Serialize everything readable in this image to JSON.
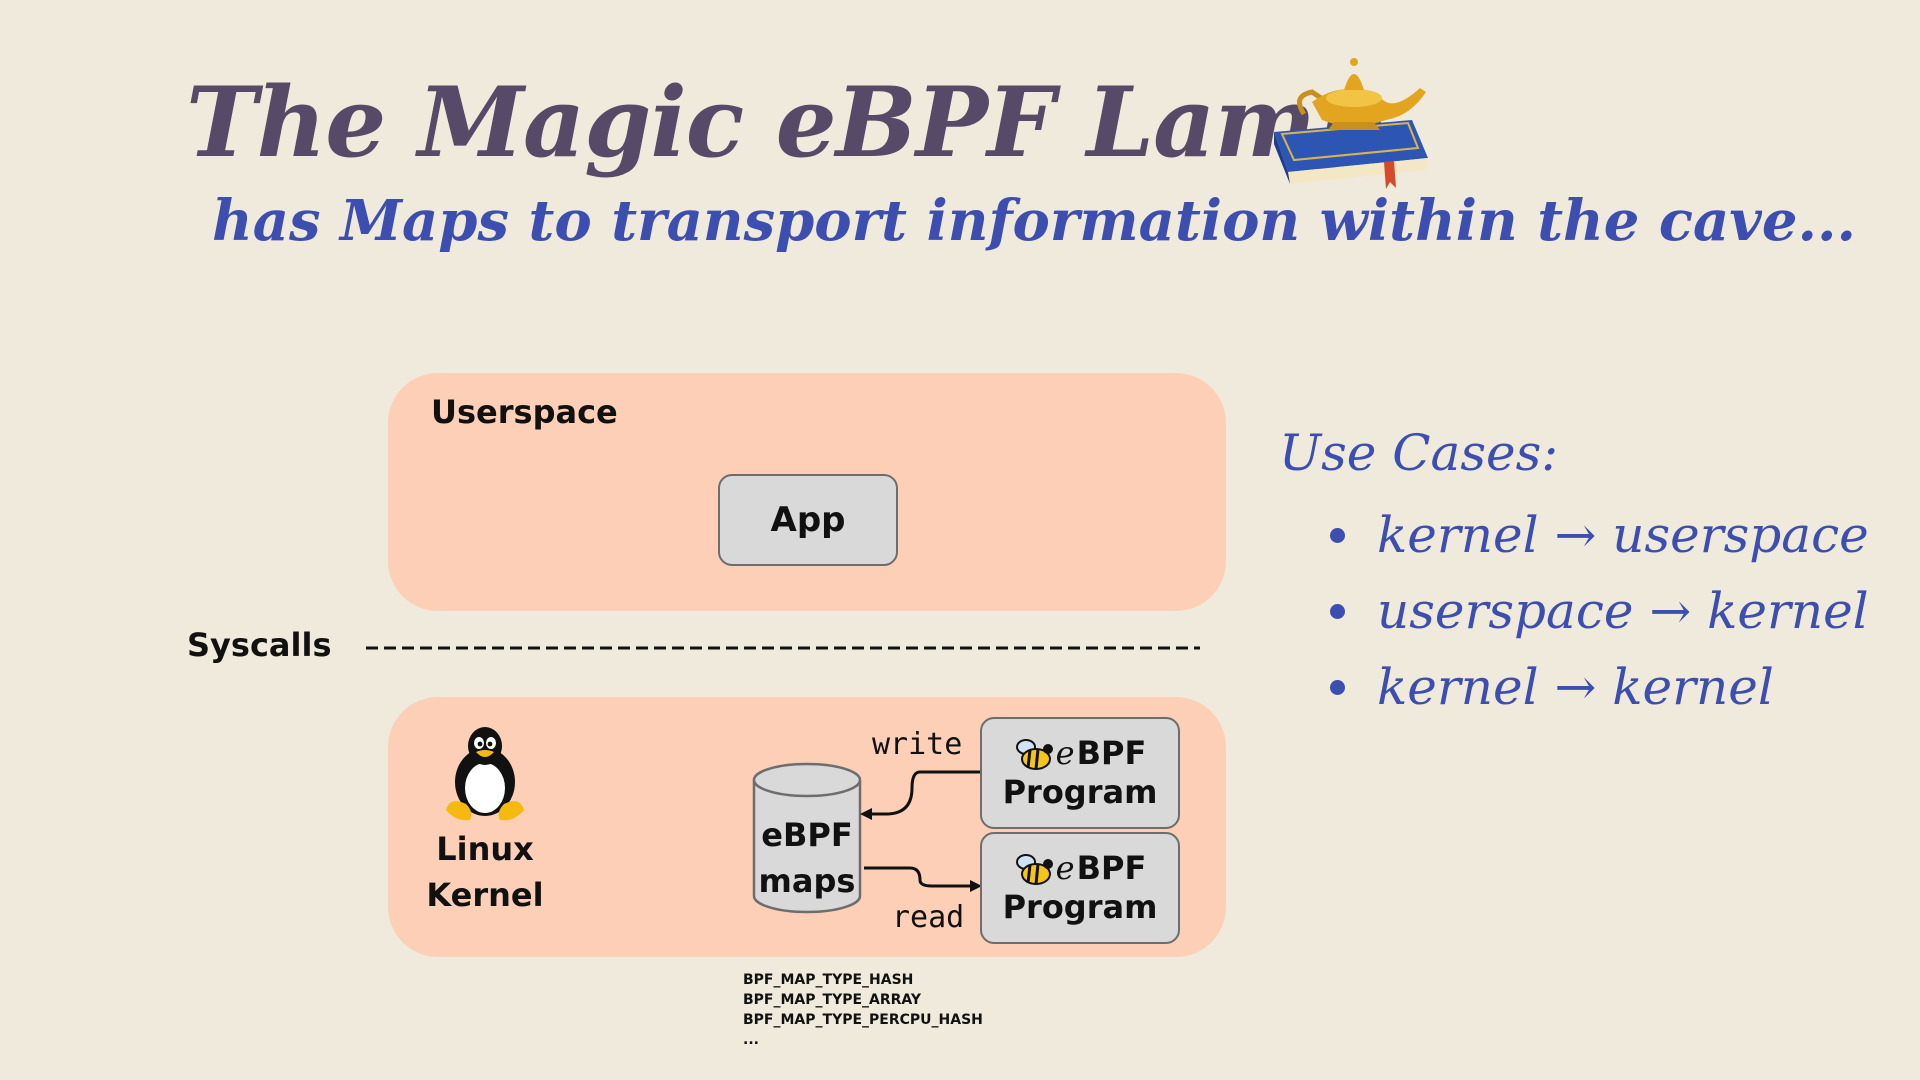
{
  "slide": {
    "title": "The Magic eBPF Lamp",
    "subtitle": "has Maps to transport information within the cave..."
  },
  "diagram": {
    "userspace_label": "Userspace",
    "app_label": "App",
    "syscalls_label": "Syscalls",
    "kernel_line1": "Linux",
    "kernel_line2": "Kernel",
    "maps_line1": "eBPF",
    "maps_line2": "maps",
    "write_label": "write",
    "read_label": "read",
    "program_ebpf_e": "e",
    "program_ebpf_bpf": "BPF",
    "program_label": "Program",
    "map_types": [
      "BPF_MAP_TYPE_HASH",
      "BPF_MAP_TYPE_ARRAY",
      "BPF_MAP_TYPE_PERCPU_HASH",
      "..."
    ]
  },
  "use_cases": {
    "title": "Use Cases:",
    "items": [
      "kernel → userspace",
      "userspace → kernel",
      "kernel → kernel"
    ]
  },
  "colors": {
    "background": "#f0eadc",
    "title": "#574a69",
    "accent_blue": "#3c4fb0",
    "box_fill": "#fdcfb6",
    "node_fill": "#d9d9d9"
  },
  "icons": [
    "magic-lamp-book-icon",
    "tux-penguin-icon",
    "ebpf-bee-icon"
  ]
}
